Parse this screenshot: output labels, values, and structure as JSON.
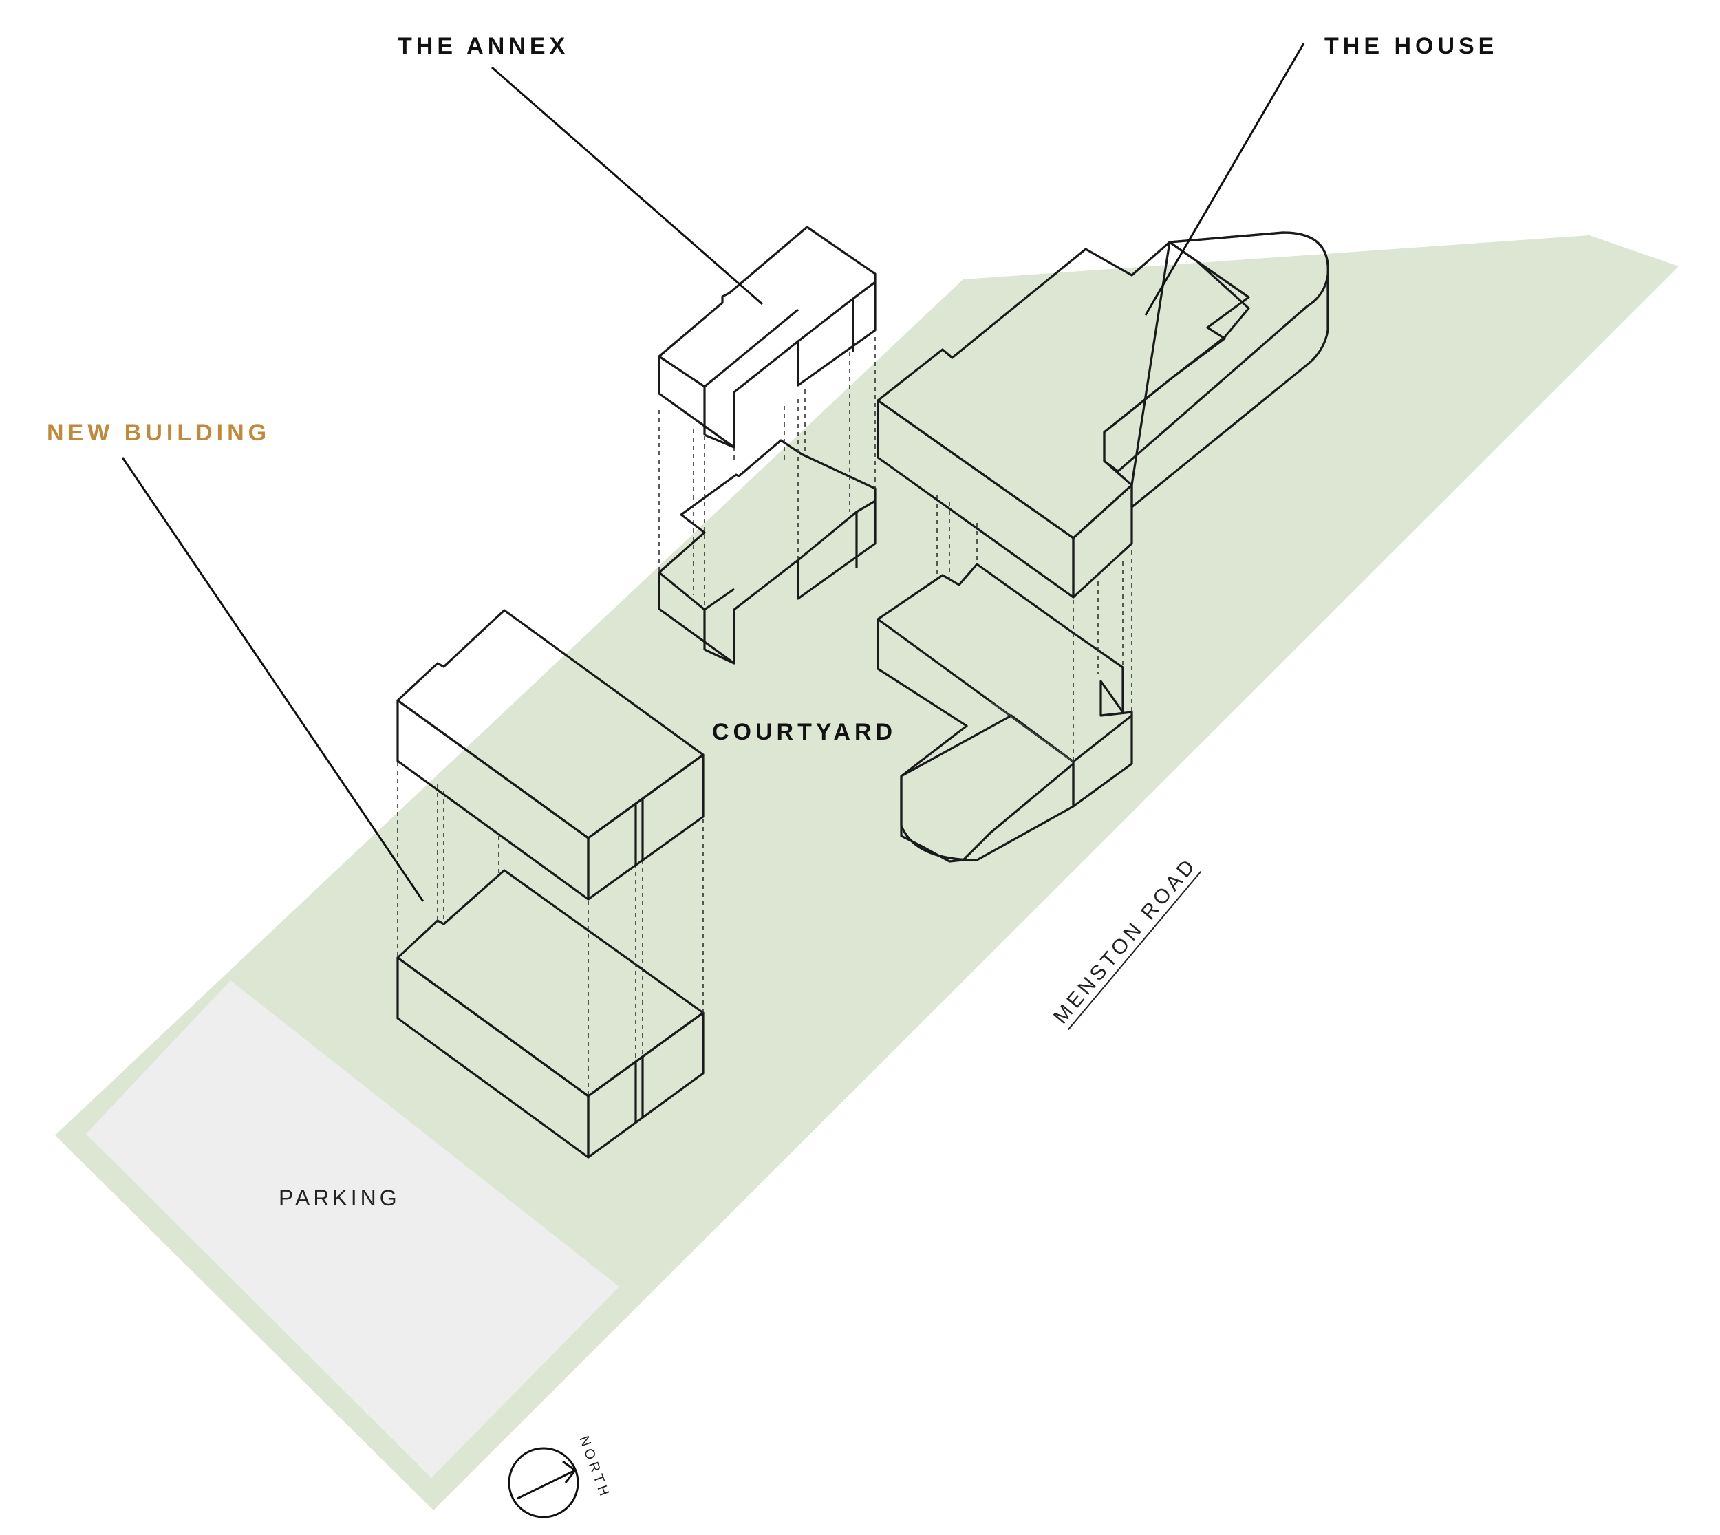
{
  "labels": {
    "annex": "THE ANNEX",
    "house": "THE HOUSE",
    "new_building": "NEW BUILDING",
    "courtyard": "COURTYARD",
    "parking": "PARKING",
    "road": "MENSTON ROAD",
    "north": "NORTH"
  },
  "colors": {
    "site": "#dce6d2",
    "parking": "#eeeeee",
    "building_top": "#f0dba0",
    "building_left": "#eed7a9",
    "building_right": "#f6e8c5",
    "existing_face": "#ffffff",
    "accent_text": "#c08a3e",
    "line": "#1a1a1a"
  }
}
